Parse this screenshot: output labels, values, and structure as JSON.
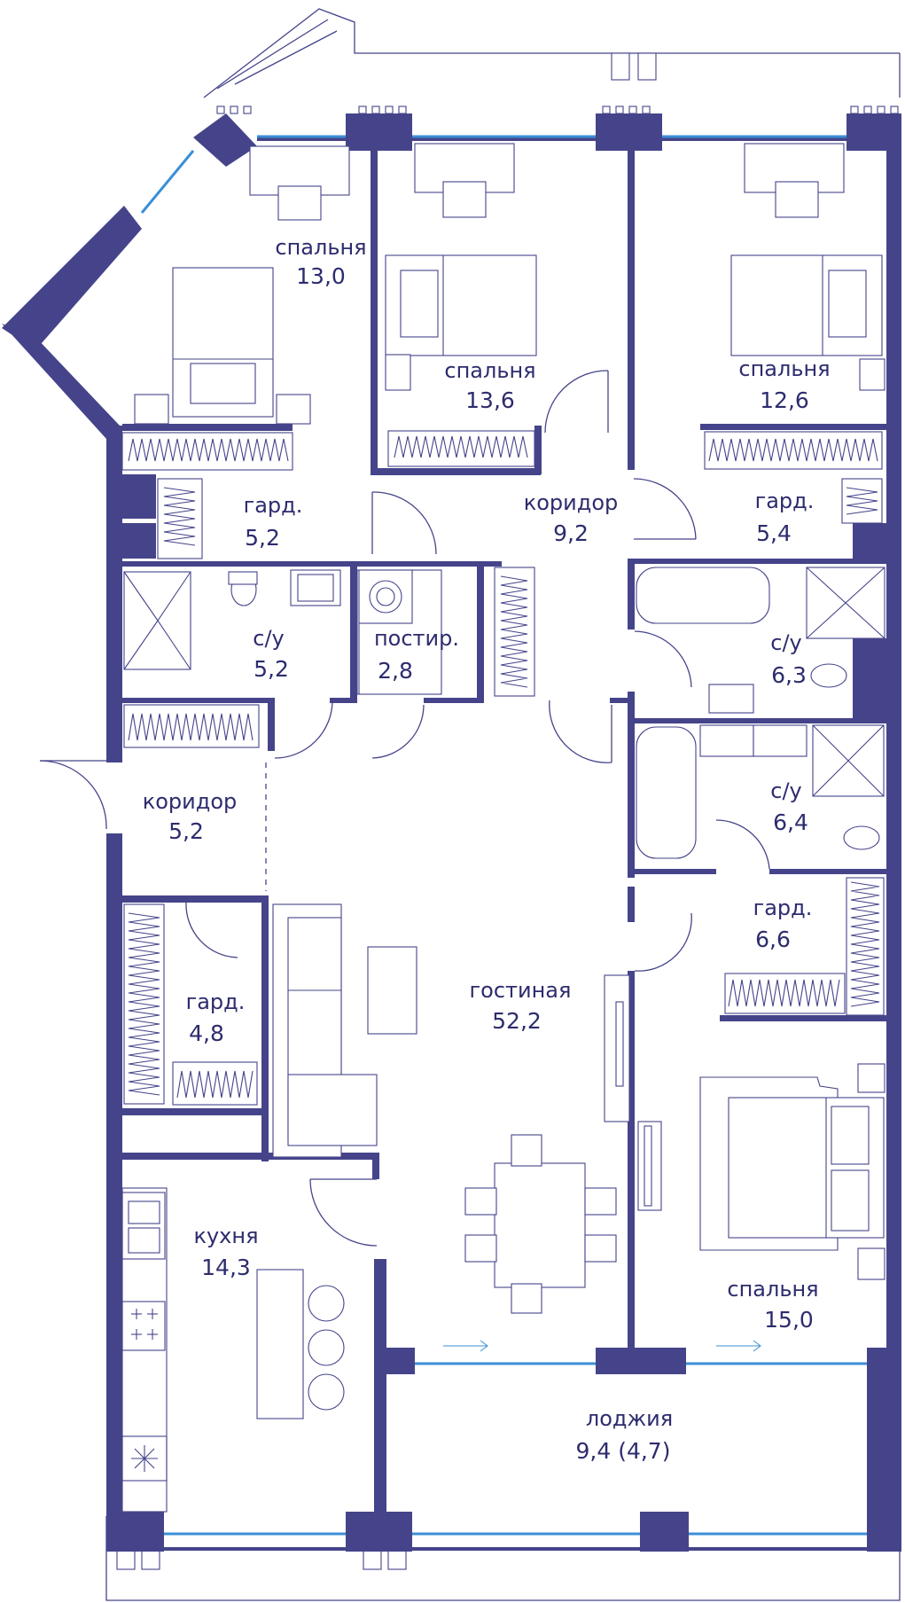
{
  "rooms": {
    "bedroom_nw": {
      "name": "спальня",
      "area": "13,0"
    },
    "bedroom_n": {
      "name": "спальня",
      "area": "13,6"
    },
    "bedroom_ne": {
      "name": "спальня",
      "area": "12,6"
    },
    "wardrobe_w": {
      "name": "гард.",
      "area": "5,2"
    },
    "corridor_center": {
      "name": "коридор",
      "area": "9,2"
    },
    "wardrobe_e": {
      "name": "гард.",
      "area": "5,4"
    },
    "bathroom_w": {
      "name": "с/у",
      "area": "5,2"
    },
    "laundry": {
      "name": "постир.",
      "area": "2,8"
    },
    "bathroom_e1": {
      "name": "с/у",
      "area": "6,3"
    },
    "bathroom_e2": {
      "name": "с/у",
      "area": "6,4"
    },
    "corridor_entry": {
      "name": "коридор",
      "area": "5,2"
    },
    "wardrobe_se": {
      "name": "гард.",
      "area": "6,6"
    },
    "living": {
      "name": "гостиная",
      "area": "52,2"
    },
    "wardrobe_sw": {
      "name": "гард.",
      "area": "4,8"
    },
    "kitchen": {
      "name": "кухня",
      "area": "14,3"
    },
    "bedroom_se": {
      "name": "спальня",
      "area": "15,0"
    },
    "loggia": {
      "name": "лоджия",
      "area": "9,4 (4,7)"
    }
  },
  "colors": {
    "wall": "#45448a",
    "glass": "#3b8fd6",
    "text": "#2d2c6e"
  }
}
